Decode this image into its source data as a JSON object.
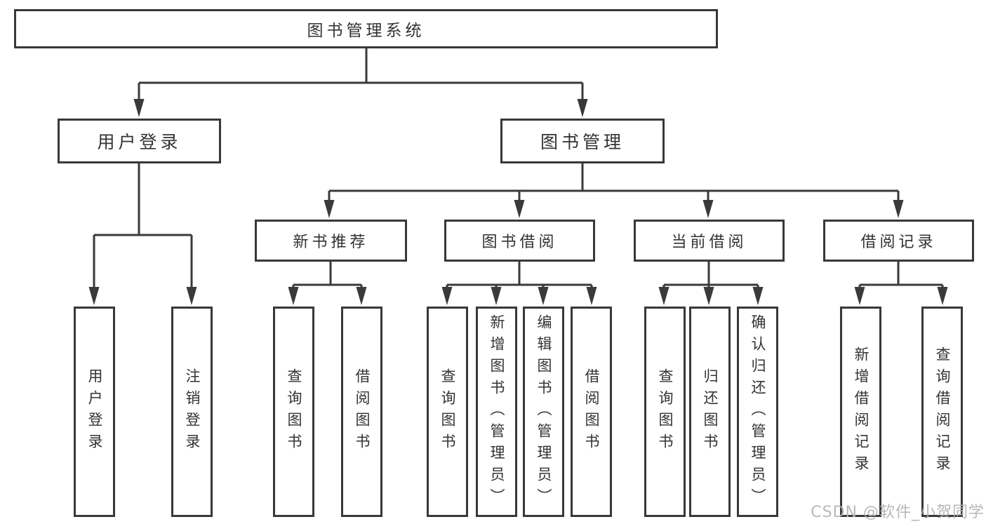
{
  "colors": {
    "line": "#3a3a3a",
    "box_border": "#383838",
    "text": "#333333",
    "background": "#ffffff",
    "watermark": "#b2b2b2"
  },
  "watermark": {
    "text": "CSDN @软件_小贺同学"
  },
  "diagram": {
    "root": {
      "label": "图书管理系统"
    },
    "branches": [
      {
        "label": "用户登录"
      },
      {
        "label": "图书管理"
      }
    ],
    "categories": [
      {
        "label": "新书推荐"
      },
      {
        "label": "图书借阅"
      },
      {
        "label": "当前借阅"
      },
      {
        "label": "借阅记录"
      }
    ],
    "leaves": [
      {
        "label": "用户登录"
      },
      {
        "label": "注销登录"
      },
      {
        "label": "查询图书"
      },
      {
        "label": "借阅图书"
      },
      {
        "label": "查询图书"
      },
      {
        "label": "新增图书（管理员）"
      },
      {
        "label": "编辑图书（管理员）"
      },
      {
        "label": "借阅图书"
      },
      {
        "label": "查询图书"
      },
      {
        "label": "归还图书"
      },
      {
        "label": "确认归还（管理员）"
      },
      {
        "label": "新增借阅记录"
      },
      {
        "label": "查询借阅记录"
      }
    ]
  }
}
